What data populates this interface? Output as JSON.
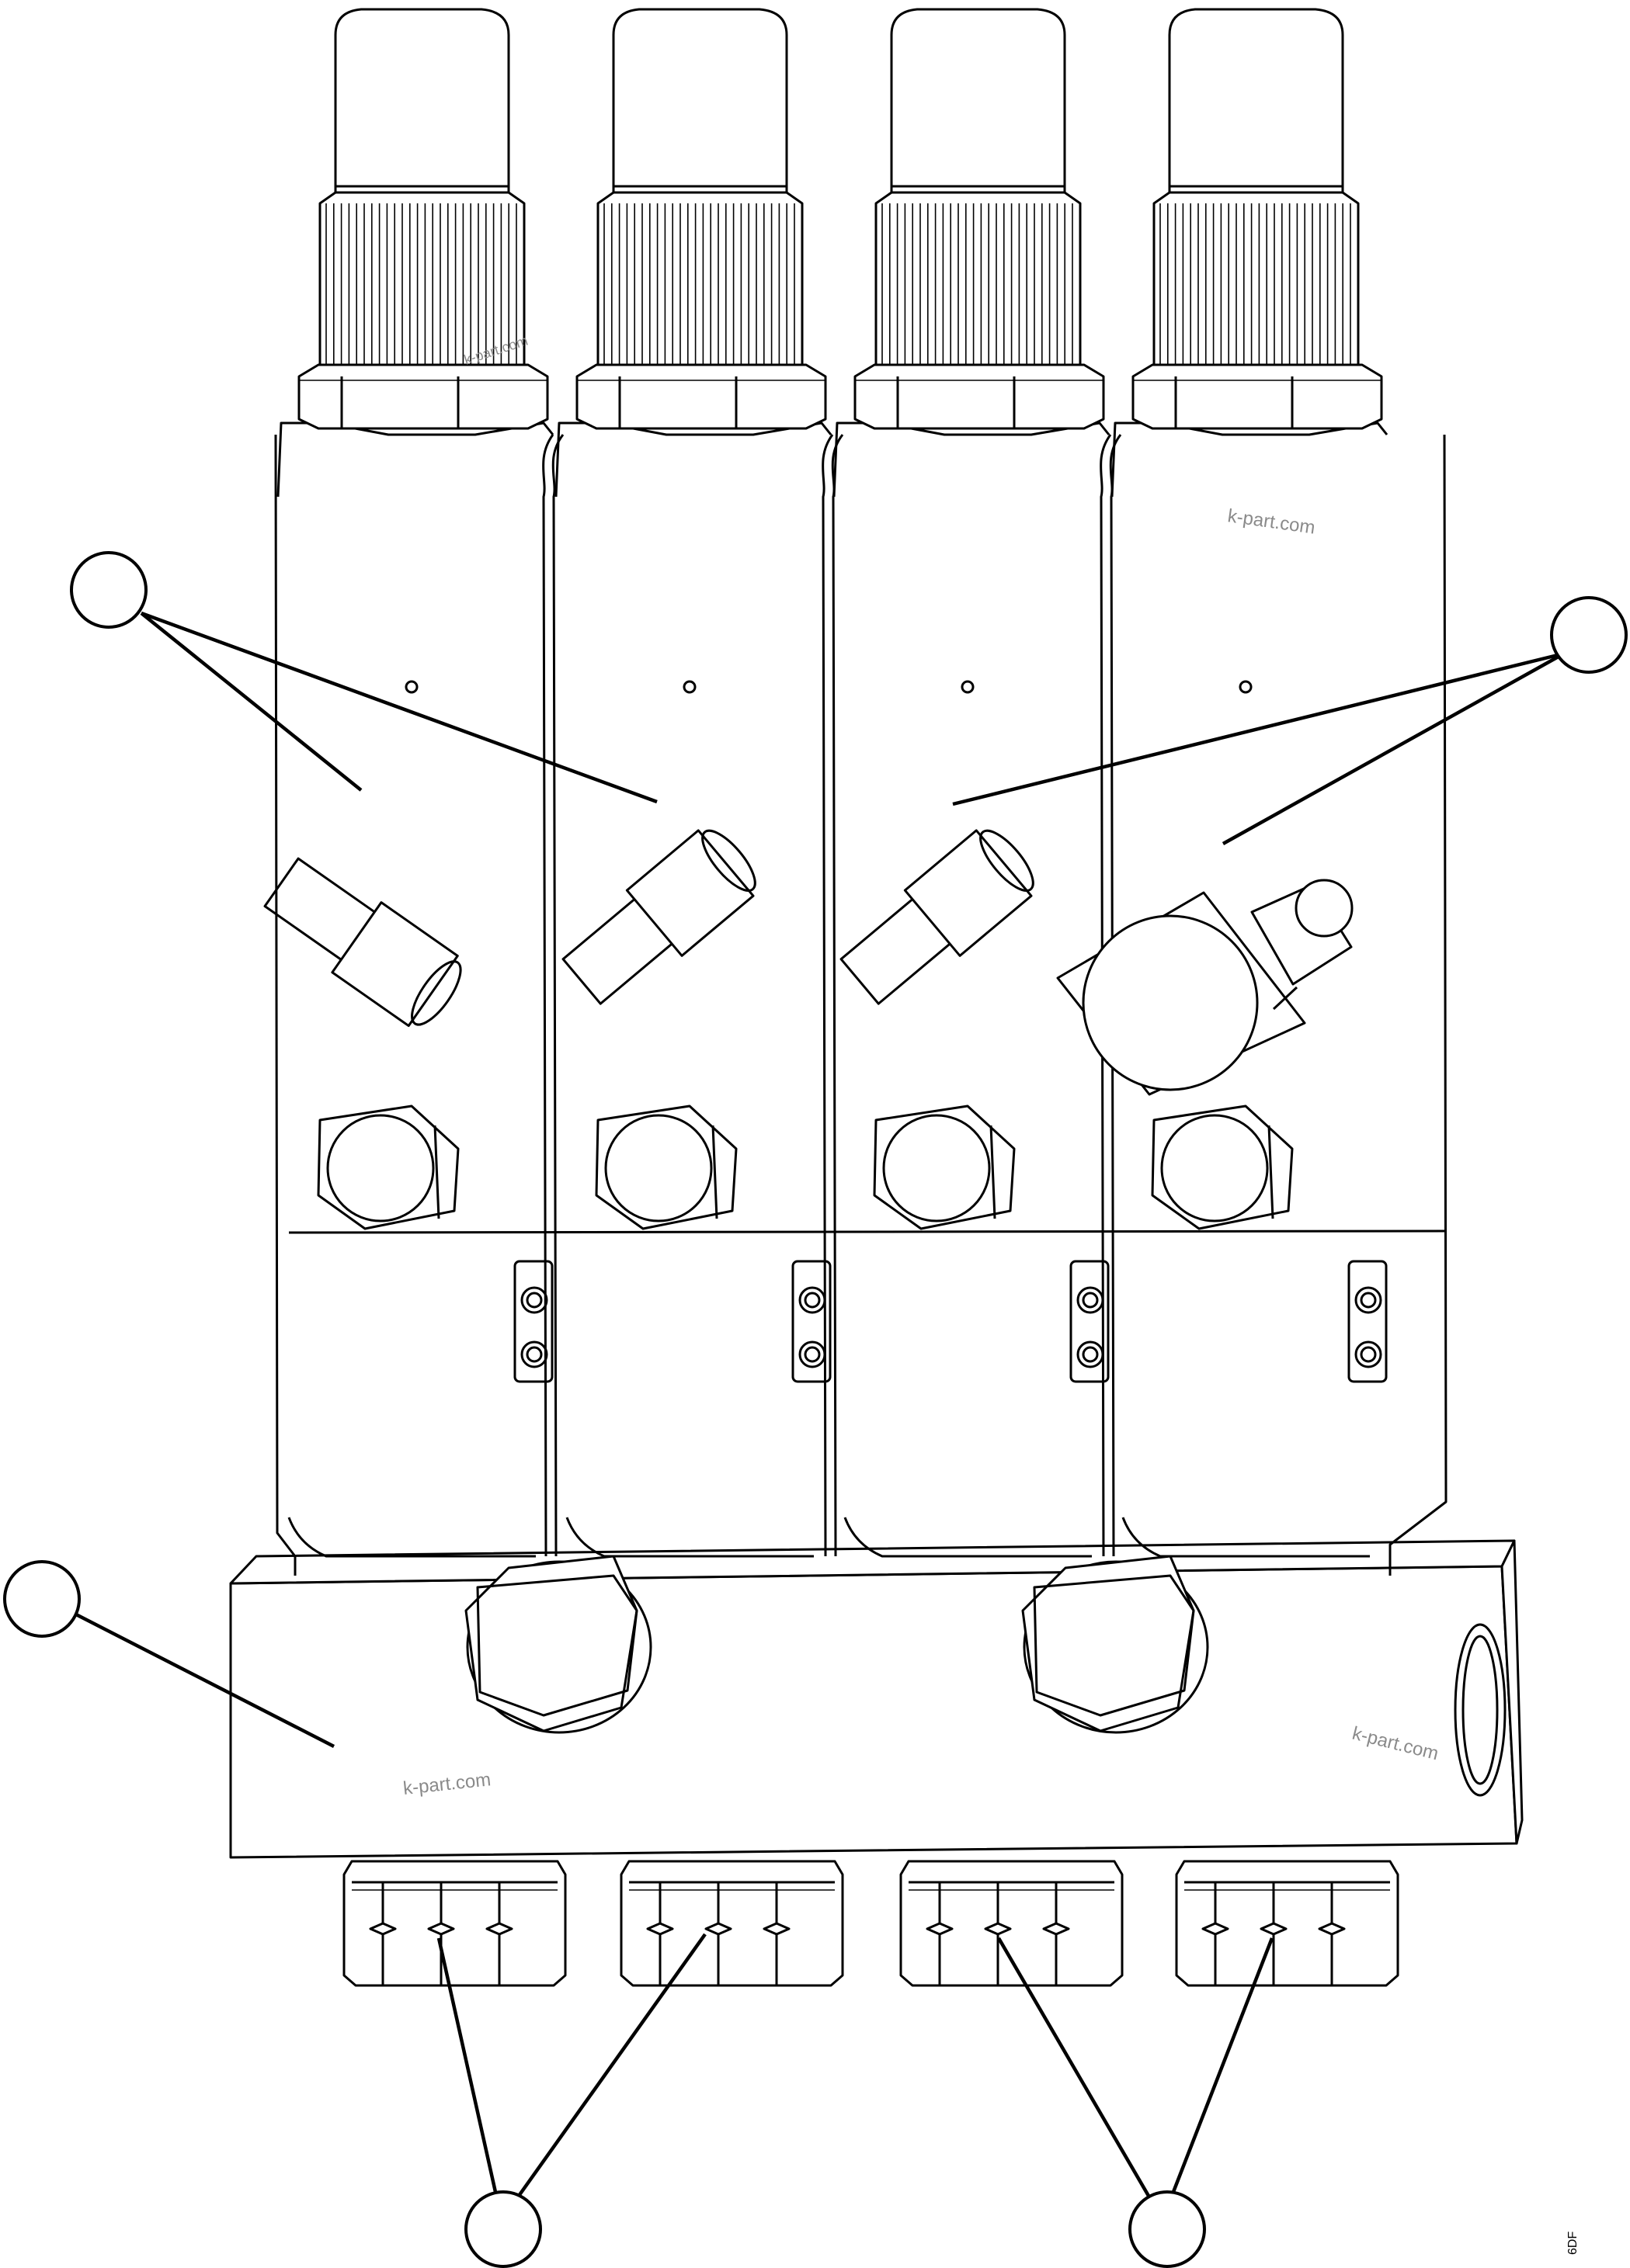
{
  "diagram": {
    "type": "exploded parts illustration",
    "subject": "four-section progressive lubricant divider valve block",
    "watermarks": [
      "k-part.com",
      "k-part.com",
      "k-part.com",
      "k-part.com"
    ],
    "figure_code": "6DF",
    "callouts": [
      {
        "id": "callout-upper-left",
        "label": "",
        "targets": 2
      },
      {
        "id": "callout-upper-right",
        "label": "",
        "targets": 2
      },
      {
        "id": "callout-base",
        "label": "",
        "targets": 1
      },
      {
        "id": "callout-bottom-left",
        "label": "",
        "targets": 2
      },
      {
        "id": "callout-bottom-right",
        "label": "",
        "targets": 2
      }
    ]
  }
}
